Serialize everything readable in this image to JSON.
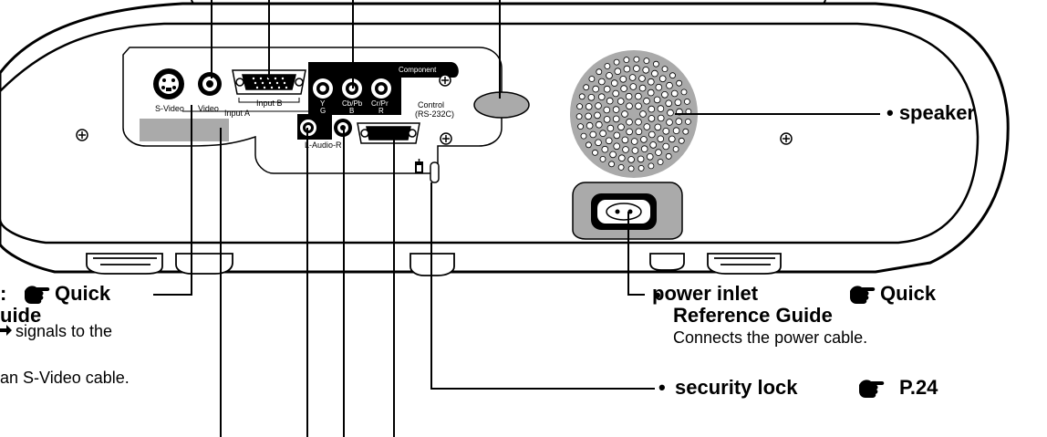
{
  "panel": {
    "port_labels": {
      "svideo": "S-Video",
      "video": "Video",
      "input_b": "Input B",
      "input_a": "Input A",
      "component": "Component",
      "y": "Y",
      "g": "G",
      "cb_pb": "Cb/Pb",
      "b": "B",
      "cr_pr": "Cr/Pr",
      "r": "R",
      "audio": "L-Audio-R",
      "control": "Control",
      "rs232c": "(RS-232C)"
    }
  },
  "callouts": {
    "speaker": {
      "label": "• speaker"
    },
    "power_inlet": {
      "label_line1": "power inlet",
      "ref_line1": "Quick",
      "label_line2": "Reference Guide",
      "description": "Connects the power cable."
    },
    "security_lock": {
      "label": "security lock",
      "ref": "P.24"
    },
    "svideo_port": {
      "fragment_line1": ":",
      "ref_line1": "Quick",
      "fragment_line2": "uide",
      "desc_line1": "signals to the",
      "desc_line2": "an S-Video cable."
    }
  },
  "icons": {
    "hand": "pointing-hand-icon",
    "lock": "kensington-lock-icon",
    "screw": "screw-icon"
  },
  "colors": {
    "ink": "#000000",
    "panel": "#ffffff",
    "grille_hole": "#ffffff",
    "pad": "#aaaaaa"
  }
}
